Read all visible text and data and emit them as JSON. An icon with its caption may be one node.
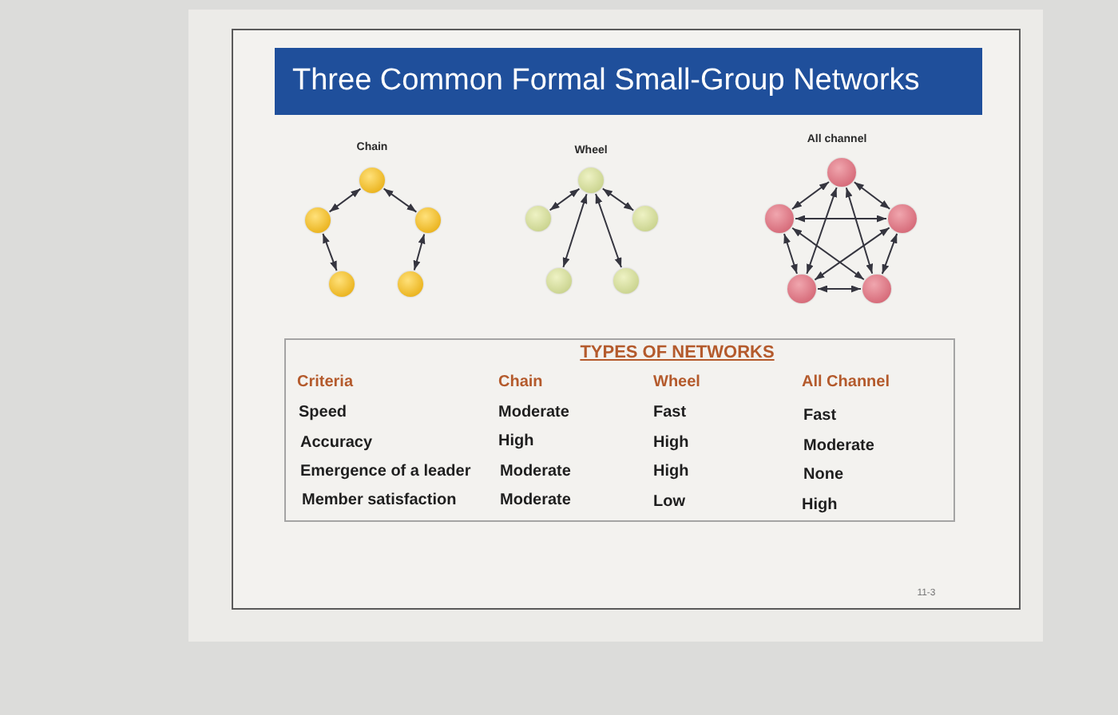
{
  "diagram": {
    "title": "Three Common Formal Small-Group Networks",
    "nodes": [
      {
        "text": [],
        "shape": "circle"
      },
      {
        "text": [],
        "shape": "circle"
      },
      {
        "text": [],
        "shape": "circle"
      },
      {
        "text": [],
        "shape": "circle"
      },
      {
        "text": [],
        "shape": "circle"
      },
      {
        "text": [],
        "shape": "circle"
      },
      {
        "text": [],
        "shape": "circle"
      },
      {
        "text": [],
        "shape": "circle"
      },
      {
        "text": [],
        "shape": "circle"
      },
      {
        "text": [],
        "shape": "circle"
      },
      {
        "text": [],
        "shape": "circle"
      },
      {
        "text": [],
        "shape": "circle"
      },
      {
        "text": [],
        "shape": "circle"
      },
      {
        "text": [],
        "shape": "circle"
      },
      {
        "text": [],
        "shape": "circle"
      }
    ],
    "edges": [
      {
        "from": 0,
        "to": 1,
        "arrow": "both"
      },
      {
        "from": 0,
        "to": 2,
        "arrow": "both"
      },
      {
        "from": 1,
        "to": 3,
        "arrow": "both"
      },
      {
        "from": 2,
        "to": 4,
        "arrow": "both"
      },
      {
        "from": 5,
        "to": 6,
        "arrow": "both"
      },
      {
        "from": 5,
        "to": 7,
        "arrow": "both"
      },
      {
        "from": 5,
        "to": 8,
        "arrow": "both"
      },
      {
        "from": 5,
        "to": 9,
        "arrow": "both"
      },
      {
        "from": 10,
        "to": 11,
        "arrow": "both"
      },
      {
        "from": 10,
        "to": 12,
        "arrow": "both"
      },
      {
        "from": 10,
        "to": 13,
        "arrow": "both"
      },
      {
        "from": 10,
        "to": 14,
        "arrow": "both"
      },
      {
        "from": 11,
        "to": 12,
        "arrow": "both"
      },
      {
        "from": 11,
        "to": 13,
        "arrow": "both"
      },
      {
        "from": 11,
        "to": 14,
        "arrow": "both"
      },
      {
        "from": 12,
        "to": 13,
        "arrow": "both"
      },
      {
        "from": 12,
        "to": 14,
        "arrow": "both"
      },
      {
        "from": 13,
        "to": 14,
        "arrow": "both"
      }
    ],
    "labels": [
      "Chain",
      "Wheel",
      "All channel",
      "TYPES OF NETWORKS",
      "Criteria",
      "Chain",
      "Wheel",
      "All Channel",
      "Speed",
      "Moderate",
      "Fast",
      "Fast",
      "Accuracy",
      "High",
      "High",
      "Moderate",
      "Emergence of a leader",
      "Moderate",
      "High",
      "None",
      "Member satisfaction",
      "Moderate",
      "Low",
      "High",
      "11-3"
    ]
  }
}
